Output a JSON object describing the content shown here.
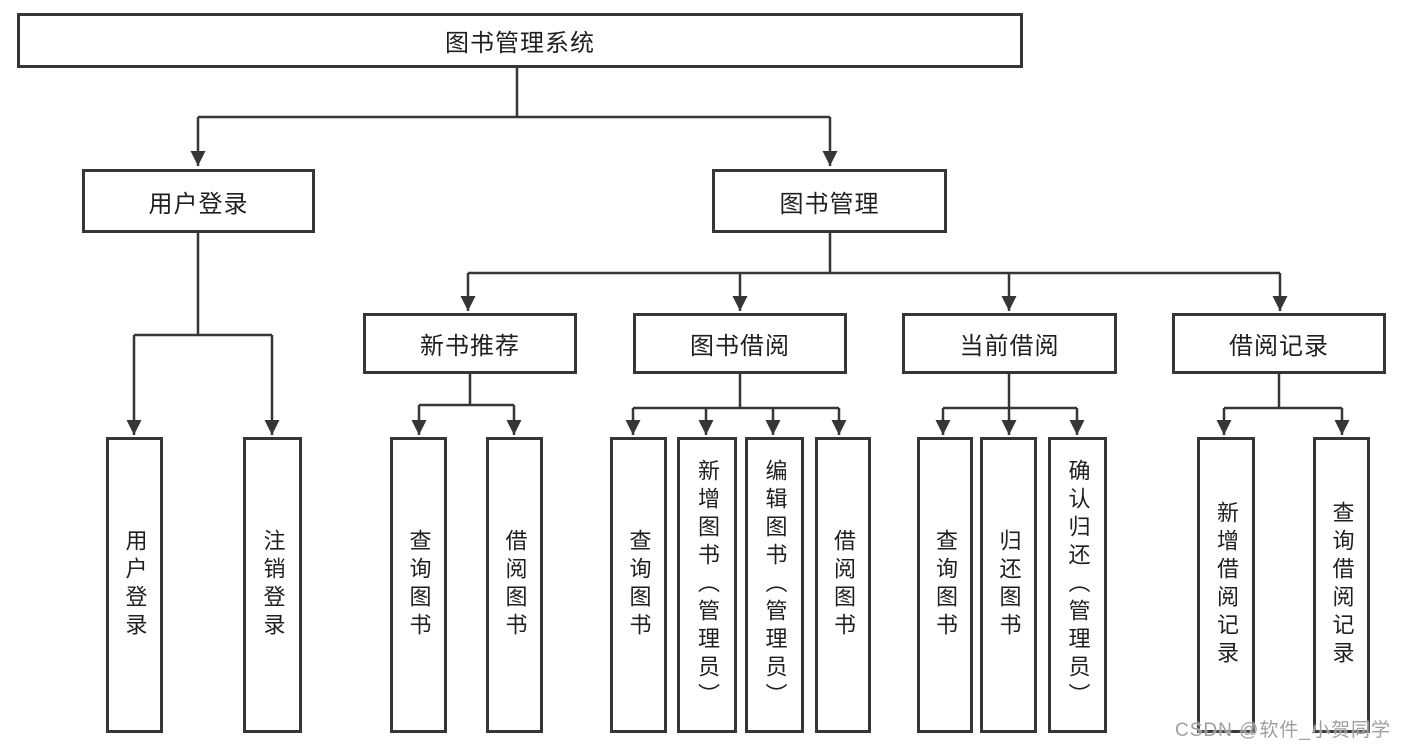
{
  "root": {
    "label": "图书管理系统"
  },
  "level2": [
    {
      "id": "user-login",
      "label": "用户登录"
    },
    {
      "id": "book-management",
      "label": "图书管理"
    }
  ],
  "level3": [
    {
      "id": "new-book-recommend",
      "label": "新书推荐"
    },
    {
      "id": "book-borrow",
      "label": "图书借阅"
    },
    {
      "id": "current-borrow",
      "label": "当前借阅"
    },
    {
      "id": "borrow-records",
      "label": "借阅记录"
    }
  ],
  "leaves": {
    "login": [
      "用户登录",
      "注销登录"
    ],
    "recommend": [
      "查询图书",
      "借阅图书"
    ],
    "borrow": [
      "查询图书",
      "新增图书（管理员）",
      "编辑图书（管理员）",
      "借阅图书"
    ],
    "current": [
      "查询图书",
      "归还图书",
      "确认归还（管理员）"
    ],
    "records": [
      "新增借阅记录",
      "查询借阅记录"
    ]
  },
  "watermark": {
    "text": "CSDN @软件_小贺同学"
  },
  "colors": {
    "line": "#363636",
    "text": "#1f1f1f",
    "box_background": "#ffffff",
    "background": "#ffffff",
    "watermark": "#9f9f9f"
  }
}
